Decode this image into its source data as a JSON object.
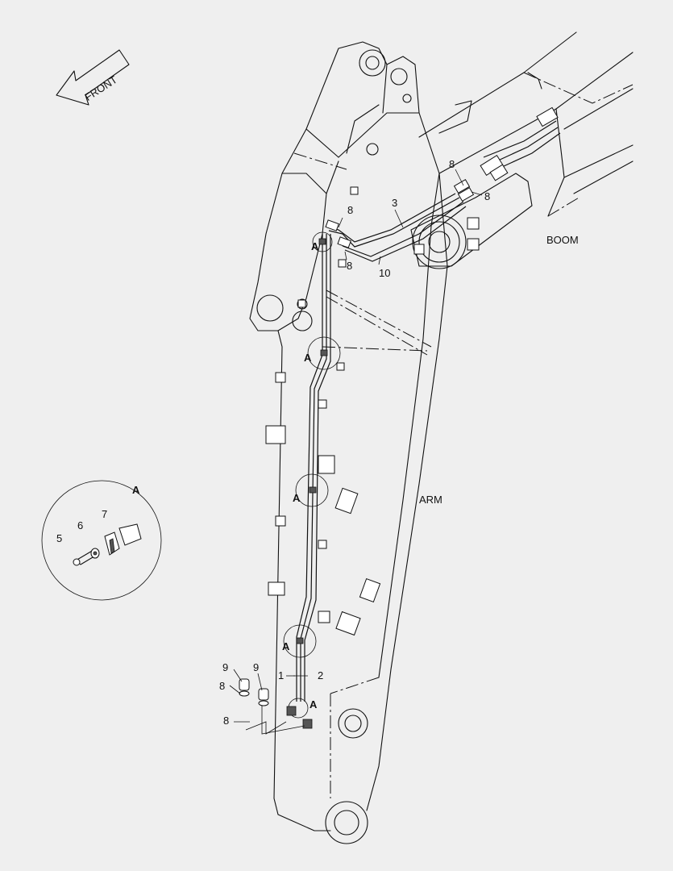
{
  "front_arrow": {
    "label": "FRONT"
  },
  "components": {
    "boom": "BOOM",
    "arm": "ARM"
  },
  "detail": {
    "label": "A"
  },
  "detail_marker": "A",
  "part_numbers": {
    "p1": "1",
    "p2": "2",
    "p3": "3",
    "p5": "5",
    "p6": "6",
    "p7": "7",
    "p8": "8",
    "p9": "9",
    "p10": "10"
  },
  "colors": {
    "background": "#efefef",
    "line": "#111111"
  }
}
